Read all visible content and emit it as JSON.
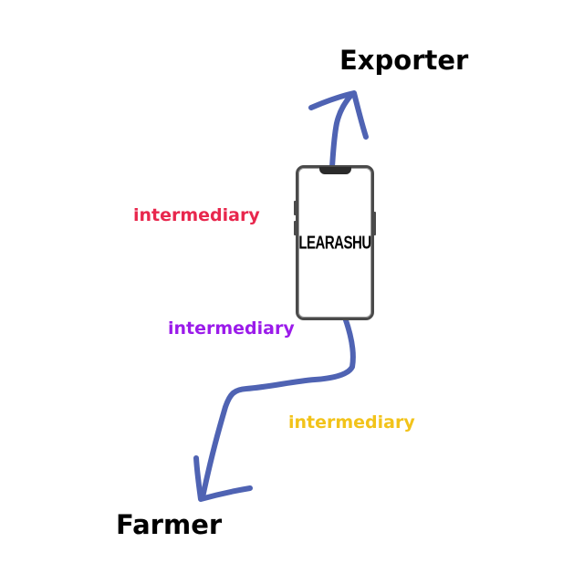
{
  "nodes": {
    "top": "Exporter",
    "bottom": "Farmer"
  },
  "intermediaries": [
    {
      "label": "intermediary",
      "color": "#e8274d"
    },
    {
      "label": "intermediary",
      "color": "#9b1bea"
    },
    {
      "label": "intermediary",
      "color": "#f2c31a"
    }
  ],
  "phone": {
    "screen_text": "LEARASHU"
  },
  "colors": {
    "arrow": "#4f63b3",
    "node_text": "#000000",
    "phone_frame": "#4a4a4a"
  },
  "icons": [
    "smartphone-icon",
    "arrow-up-icon",
    "arrow-down-icon"
  ]
}
